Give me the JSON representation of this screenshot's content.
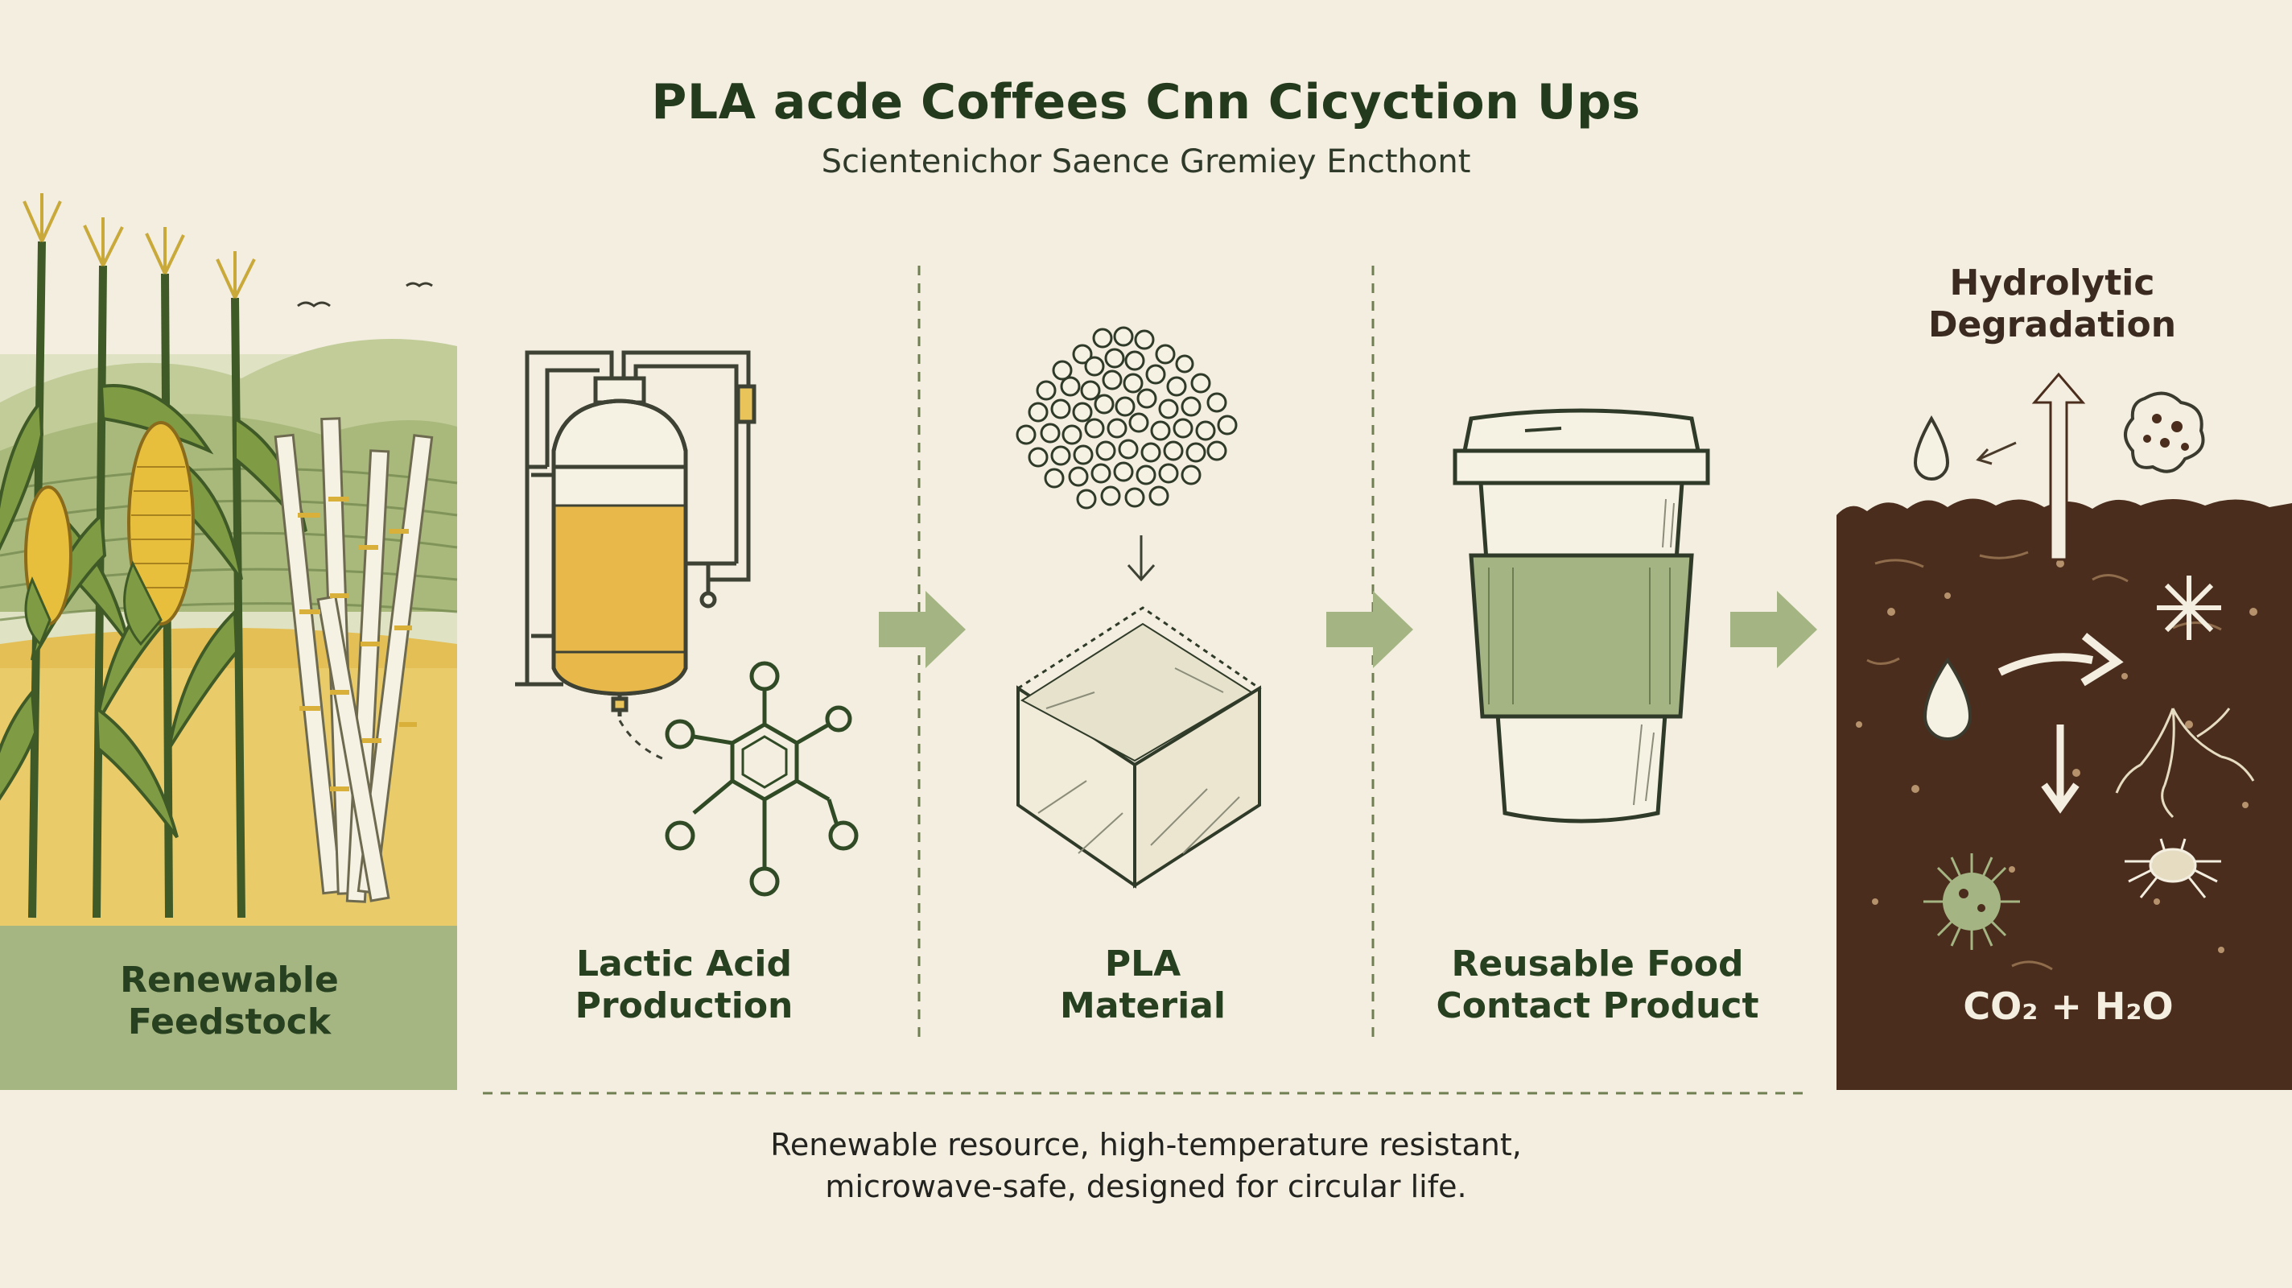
{
  "title": "PLA acde Coffees Cnn Cicyction Ups",
  "subtitle": "Scientenichor Saence Gremiey Encthont",
  "stages": [
    {
      "id": "feedstock",
      "line1": "Renewable",
      "line2": "Feedstock"
    },
    {
      "id": "lactic",
      "line1": "Lactic Acid",
      "line2": "Production"
    },
    {
      "id": "pla",
      "line1": "PLA",
      "line2": "Material"
    },
    {
      "id": "product",
      "line1": "Reusable Food",
      "line2": "Contact Product"
    }
  ],
  "degradation": {
    "title_line1": "Hydrolytic",
    "title_line2": "Degradation",
    "products": "CO₂ + H₂O"
  },
  "footer": {
    "line1": "Renewable resource, high-temperature resistant,",
    "line2": "microwave-safe, designed for circular life."
  },
  "colors": {
    "background": "#f3eee0",
    "sage": "#a4b583",
    "dark_green": "#233a1c",
    "soil": "#4a2d1c",
    "amber": "#e8b94a"
  }
}
